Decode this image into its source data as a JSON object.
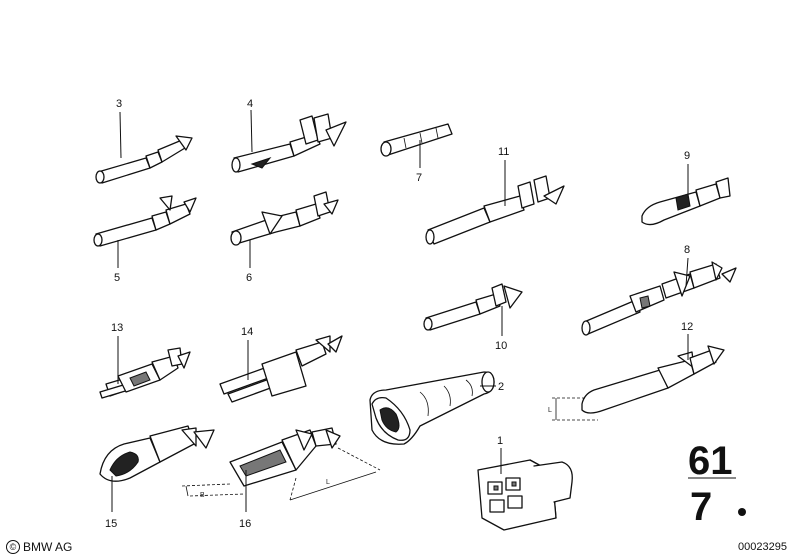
{
  "callouts": [
    {
      "id": "c3",
      "label": "3"
    },
    {
      "id": "c4",
      "label": "4"
    },
    {
      "id": "c7",
      "label": "7"
    },
    {
      "id": "c11",
      "label": "11"
    },
    {
      "id": "c9",
      "label": "9"
    },
    {
      "id": "c5",
      "label": "5"
    },
    {
      "id": "c6",
      "label": "6"
    },
    {
      "id": "c8",
      "label": "8"
    },
    {
      "id": "c10",
      "label": "10"
    },
    {
      "id": "c13",
      "label": "13"
    },
    {
      "id": "c14",
      "label": "14"
    },
    {
      "id": "c12",
      "label": "12"
    },
    {
      "id": "c2",
      "label": "2"
    },
    {
      "id": "c1",
      "label": "1"
    },
    {
      "id": "c15",
      "label": "15"
    },
    {
      "id": "c16",
      "label": "16"
    }
  ],
  "dimensions": {
    "b": "B",
    "l": "L",
    "l2": "L"
  },
  "group_mark": {
    "main": "61",
    "sub": "7"
  },
  "footer": {
    "copyright_symbol": "©",
    "copyright": "BMW AG",
    "reference": "00023295"
  }
}
